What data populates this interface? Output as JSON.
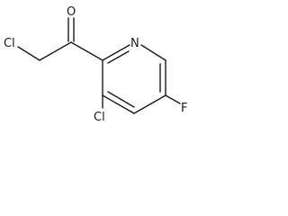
{
  "molecule": {
    "atoms": {
      "cl_alkyl": "Cl",
      "oxygen": "O",
      "nitrogen": "N",
      "cl_ring": "Cl",
      "fluorine": "F"
    },
    "colors": {
      "ink": "#1a1a1a",
      "background": "#ffffff"
    }
  }
}
